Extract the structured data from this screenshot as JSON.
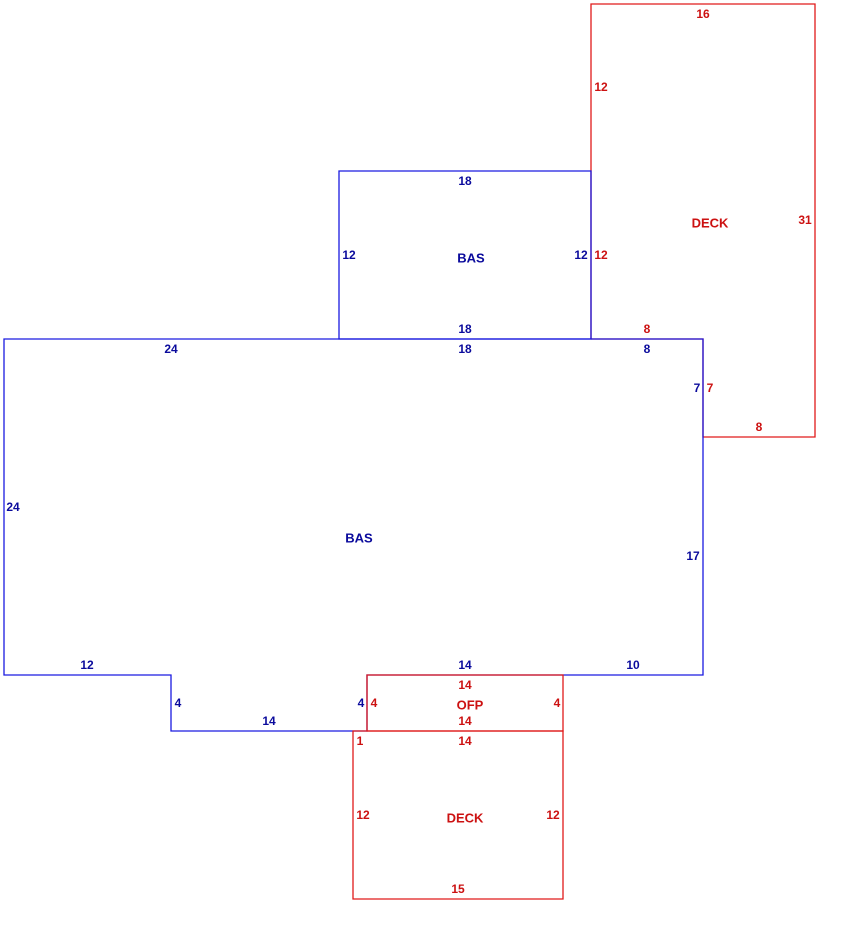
{
  "colors": {
    "living_area": "#1a1ae0",
    "living_area_text": "#0a0a9c",
    "exterior_area": "#e01a1a",
    "exterior_area_text": "#cc1111"
  },
  "areas": {
    "bas_upper": {
      "label": "BAS"
    },
    "bas_main": {
      "label": "BAS"
    },
    "deck_upper": {
      "label": "DECK"
    },
    "ofp": {
      "label": "OFP"
    },
    "deck_lower": {
      "label": "DECK"
    }
  },
  "dimensions": {
    "deck_upper_top": "16",
    "deck_upper_left": "12",
    "deck_upper_right": "31",
    "deck_upper_left_lower": "12",
    "deck_upper_step": "8",
    "deck_upper_inner": "7",
    "deck_upper_bottom": "8",
    "bas_upper_top": "18",
    "bas_upper_left": "12",
    "bas_upper_right": "12",
    "bas_upper_bottom": "18",
    "bas_main_top_left": "24",
    "bas_main_top_mid": "18",
    "bas_main_top_right": "8",
    "bas_main_right_upper": "7",
    "bas_main_right_lower": "17",
    "bas_main_left": "24",
    "bas_main_bottom_left": "12",
    "bas_main_notch_side": "4",
    "bas_main_notch_bottom": "14",
    "bas_main_notch_right": "4",
    "bas_main_bottom_mid": "14",
    "bas_main_bottom_right": "10",
    "ofp_top": "14",
    "ofp_left": "4",
    "ofp_right": "4",
    "ofp_bottom": "14",
    "deck_lower_jog": "1",
    "deck_lower_top": "14",
    "deck_lower_left": "12",
    "deck_lower_right": "12",
    "deck_lower_bottom": "15"
  }
}
